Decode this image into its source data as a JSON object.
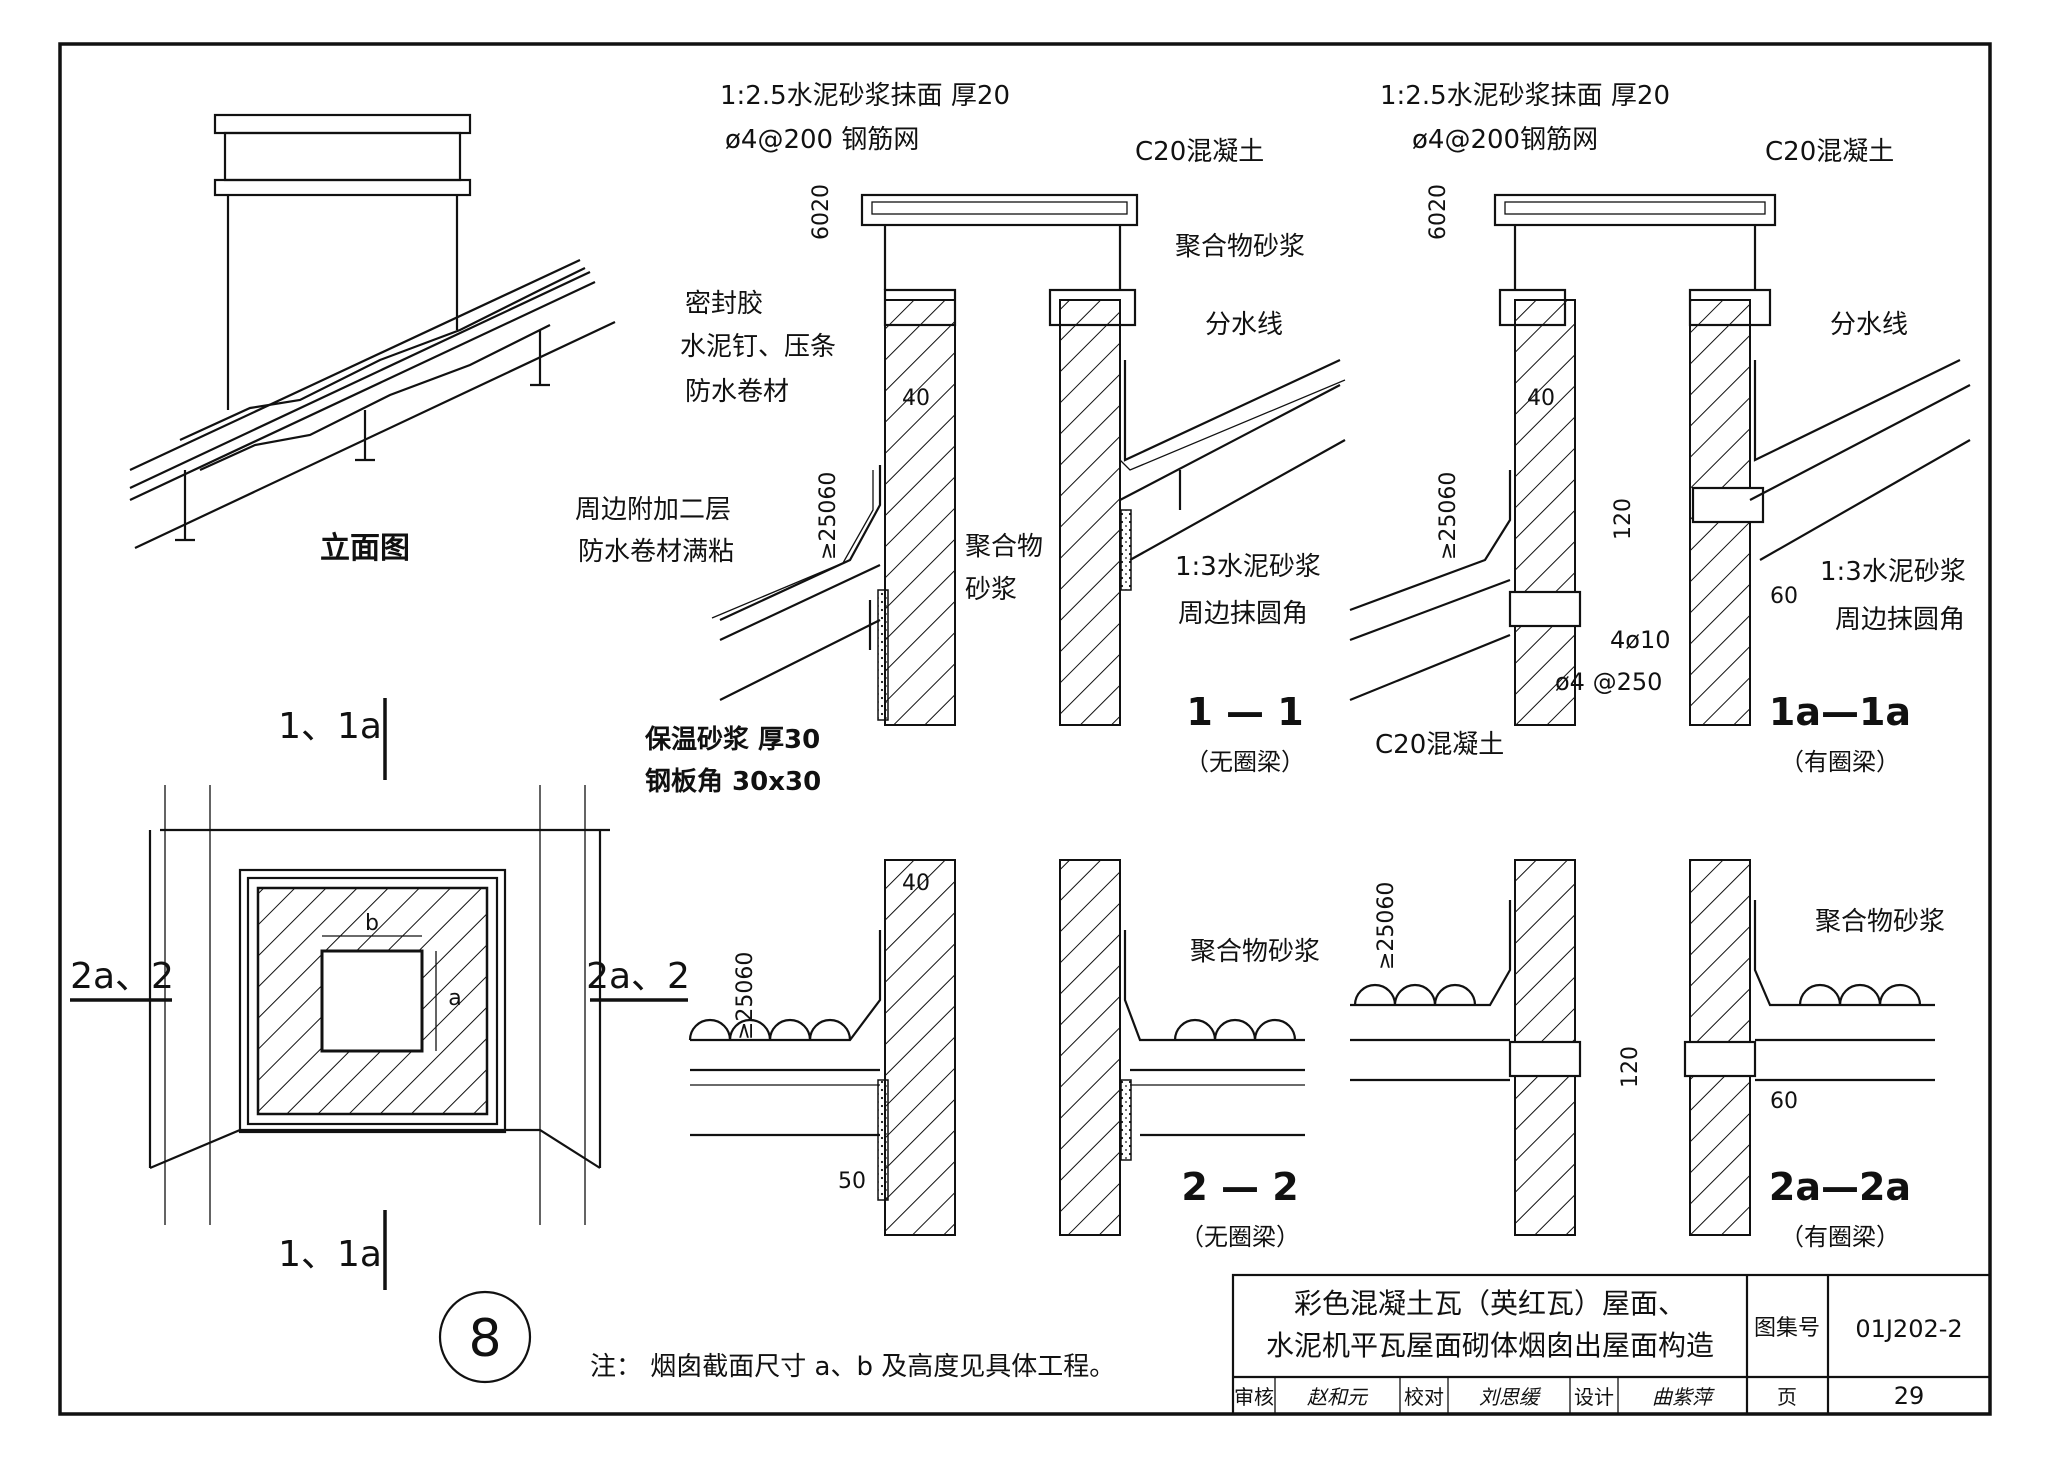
{
  "elevation": {
    "caption": "立面图"
  },
  "plan": {
    "sec_top": "1、1a",
    "sec_bottom": "1、1a",
    "sec_left": "2a、2",
    "sec_right": "2a、2",
    "dim_b": "b",
    "dim_a": "a",
    "detail_no": "8"
  },
  "detail_1": {
    "cap": "1:2.5水泥砂浆抹面 厚20",
    "mesh": "ø4@200 钢筋网",
    "concrete": "C20混凝土",
    "dim_6020": "6020",
    "sealant": "密封胶",
    "nails": "水泥钉、压条",
    "membrane": "防水卷材",
    "dim_40": "40",
    "dim_25060": "≥25060",
    "extra_layer_1": "周边附加二层",
    "extra_layer_2": "防水卷材满粘",
    "polymer_1": "聚合物",
    "polymer_2": "砂浆",
    "insul": "保温砂浆 厚30",
    "angle": "钢板角 30x30",
    "polymer_mortar": "聚合物砂浆",
    "split": "分水线",
    "mortar13": "1:3水泥砂浆",
    "fillet": "周边抹圆角",
    "title": "1 — 1",
    "subtitle": "（无圈梁）"
  },
  "detail_1a": {
    "cap": "1:2.5水泥砂浆抹面 厚20",
    "mesh": "ø4@200钢筋网",
    "concrete": "C20混凝土",
    "dim_6020": "6020",
    "dim_40": "40",
    "dim_25060": "≥25060",
    "dim_120": "120",
    "dim_60": "60",
    "split": "分水线",
    "mortar13": "1:3水泥砂浆",
    "fillet": "周边抹圆角",
    "rebar": "4ø10",
    "stirrup": "ø4 @250",
    "beam_concrete": "C20混凝土",
    "title": "1a—1a",
    "subtitle": "（有圈梁）"
  },
  "detail_2": {
    "dim_40": "40",
    "dim_25060": "≥25060",
    "dim_50": "50",
    "polymer_mortar": "聚合物砂浆",
    "title": "2 — 2",
    "subtitle": "（无圈梁）"
  },
  "detail_2a": {
    "dim_25060": "≥25060",
    "dim_120": "120",
    "dim_60": "60",
    "polymer_mortar": "聚合物砂浆",
    "title": "2a—2a",
    "subtitle": "（有圈梁）"
  },
  "note": "注：  烟囱截面尺寸 a、b 及高度见具体工程。",
  "title_block": {
    "title_line1": "彩色混凝土瓦（英红瓦）屋面、",
    "title_line2": "水泥机平瓦屋面砌体烟囱出屋面构造",
    "atlas_label": "图集号",
    "atlas_no": "01J202-2",
    "review_label": "审核",
    "review_sig": "赵和元",
    "check_label": "校对",
    "check_sig": "刘思缓",
    "design_label": "设计",
    "design_sig": "曲紫萍",
    "page_label": "页",
    "page_no": "29"
  }
}
